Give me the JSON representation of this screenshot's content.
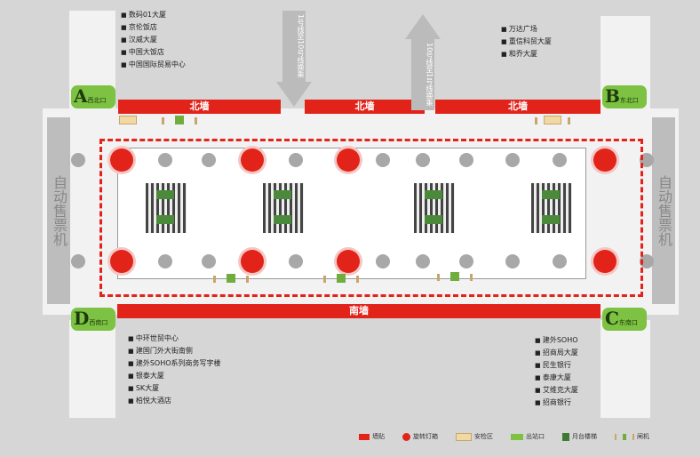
{
  "walls": {
    "north": "北墙",
    "south": "南墙"
  },
  "exits": {
    "a": {
      "letter": "A",
      "label": "西北口"
    },
    "b": {
      "letter": "B",
      "label": "东北口"
    },
    "c": {
      "letter": "C",
      "label": "东南口"
    },
    "d": {
      "letter": "D",
      "label": "西南口"
    }
  },
  "transfer": {
    "down": "1号线至10号线换乘",
    "up": "10号线至1号线换乘"
  },
  "ticket_machine": "自动售票机",
  "nw_list": [
    "数码01大厦",
    "京伦饭店",
    "汉威大厦",
    "中国大饭店",
    "中国国际贸易中心"
  ],
  "ne_list": [
    "万达广场",
    "重信科贸大厦",
    "和乔大厦"
  ],
  "sw_list": [
    "中环世贸中心",
    "建国门外大街南侧",
    "建外SOHO系列商务写字楼",
    "银泰大厦",
    "SK大厦",
    "柏悦大酒店"
  ],
  "se_list": [
    "建外SOHO",
    "招商局大厦",
    "民生银行",
    "泰康大厦",
    "艾维克大厦",
    "招商银行"
  ],
  "legend": [
    "墙贴",
    "旋转灯箱",
    "安检区",
    "出站口",
    "月台楼梯",
    "闸机"
  ],
  "colors": {
    "wall": "#e2231a",
    "exit": "#7dc242",
    "dash": "#e2231a"
  }
}
